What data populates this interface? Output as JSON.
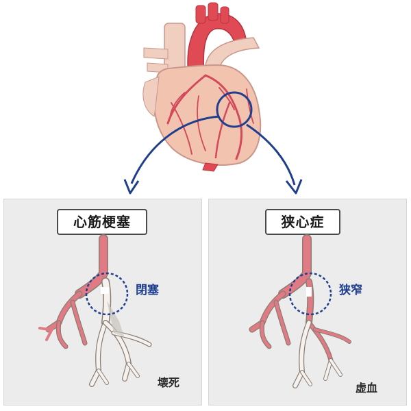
{
  "panels": {
    "left": {
      "title": "心筋梗塞",
      "circle_label": "閉塞",
      "bottom_label": "壊死"
    },
    "right": {
      "title": "狭心症",
      "circle_label": "狭窄",
      "bottom_label": "虚血"
    }
  },
  "colors": {
    "artery": "#e07b86",
    "artery_dark": "#c24d5c",
    "heart_body": "#f2c4b0",
    "aorta": "#e04a55",
    "pulmonary": "#f0cfc0",
    "arrow": "#1f3f8e",
    "panel_bg": "#ececec",
    "vessel_outline": "#8a7c70"
  }
}
